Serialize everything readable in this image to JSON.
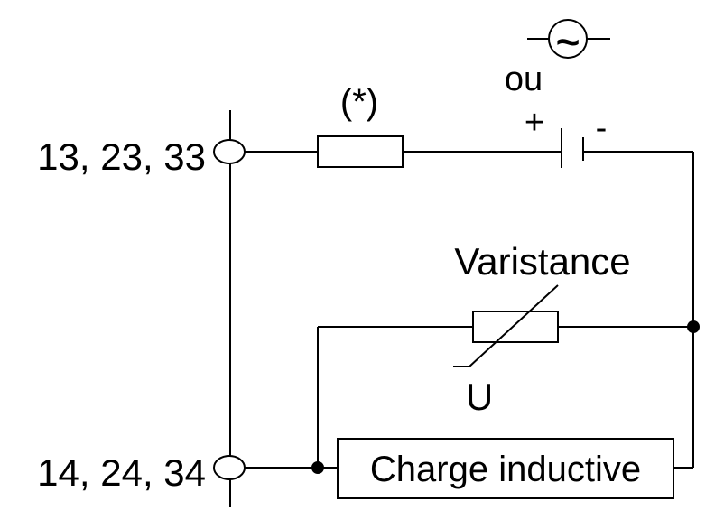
{
  "terminals": {
    "top": "13, 23, 33",
    "bottom": "14, 24, 34"
  },
  "fuse": {
    "label": "(*)"
  },
  "supply": {
    "ac_symbol": "~",
    "or_text": "ou",
    "plus": "+",
    "minus": "-"
  },
  "varistor": {
    "label": "Varistance",
    "voltage_label": "U"
  },
  "load": {
    "label": "Charge inductive"
  },
  "colors": {
    "stroke": "#000000",
    "background": "#ffffff"
  }
}
